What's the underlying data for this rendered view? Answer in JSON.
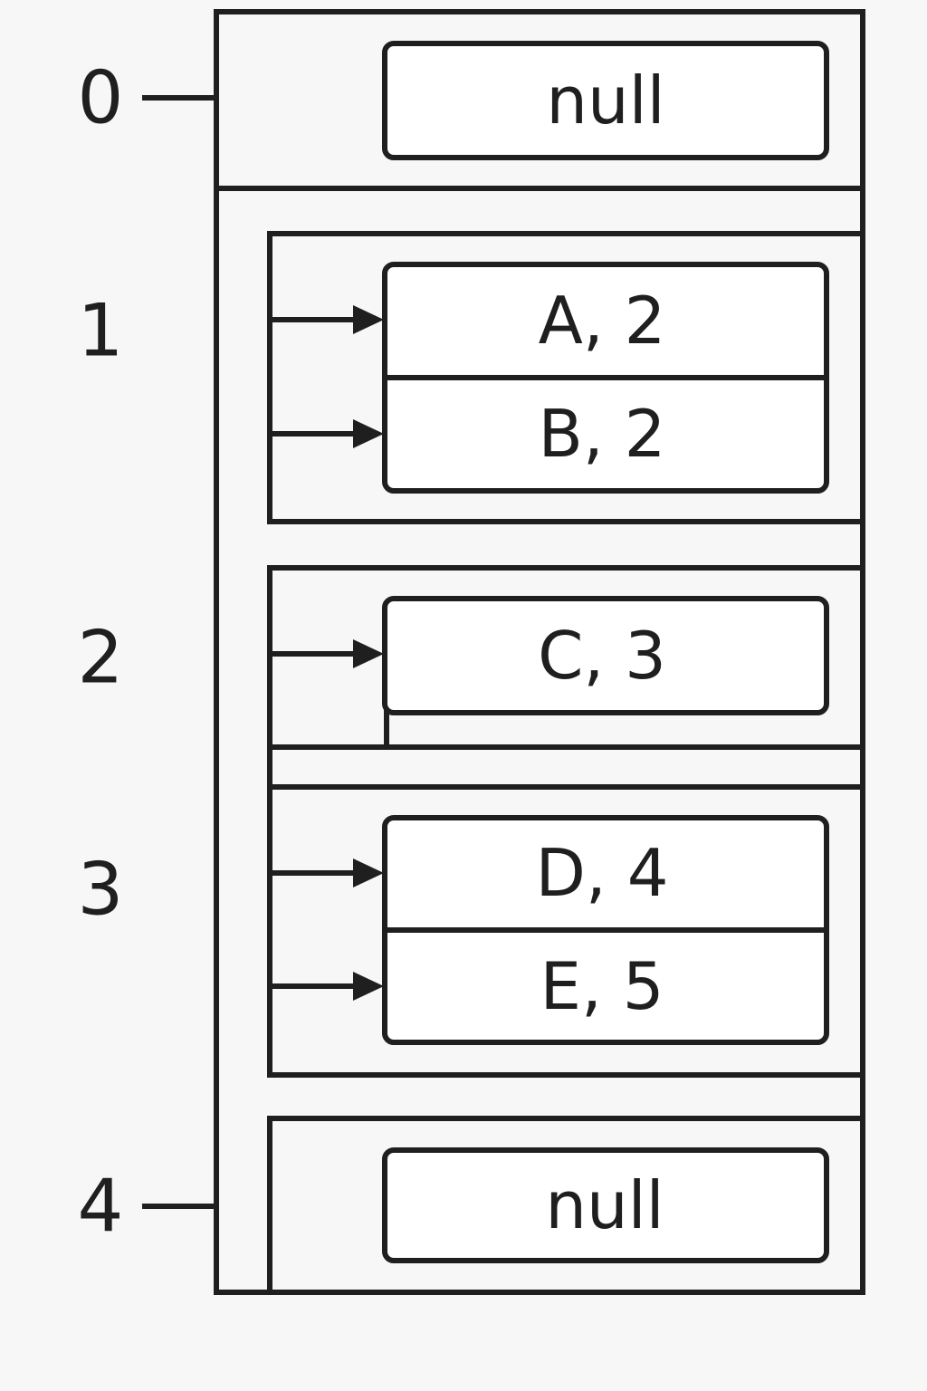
{
  "table": {
    "indices": [
      "0",
      "1",
      "2",
      "3",
      "4"
    ],
    "buckets": [
      {
        "nodes": [
          "null"
        ]
      },
      {
        "nodes": [
          "A, 2",
          "B, 2"
        ]
      },
      {
        "nodes": [
          "C, 3"
        ]
      },
      {
        "nodes": [
          "D, 4",
          "E, 5"
        ]
      },
      {
        "nodes": [
          "null"
        ]
      }
    ]
  },
  "colors": {
    "line": "#1f1f1f",
    "background": "#f7f7f7",
    "cell_fill": "#ffffff"
  }
}
